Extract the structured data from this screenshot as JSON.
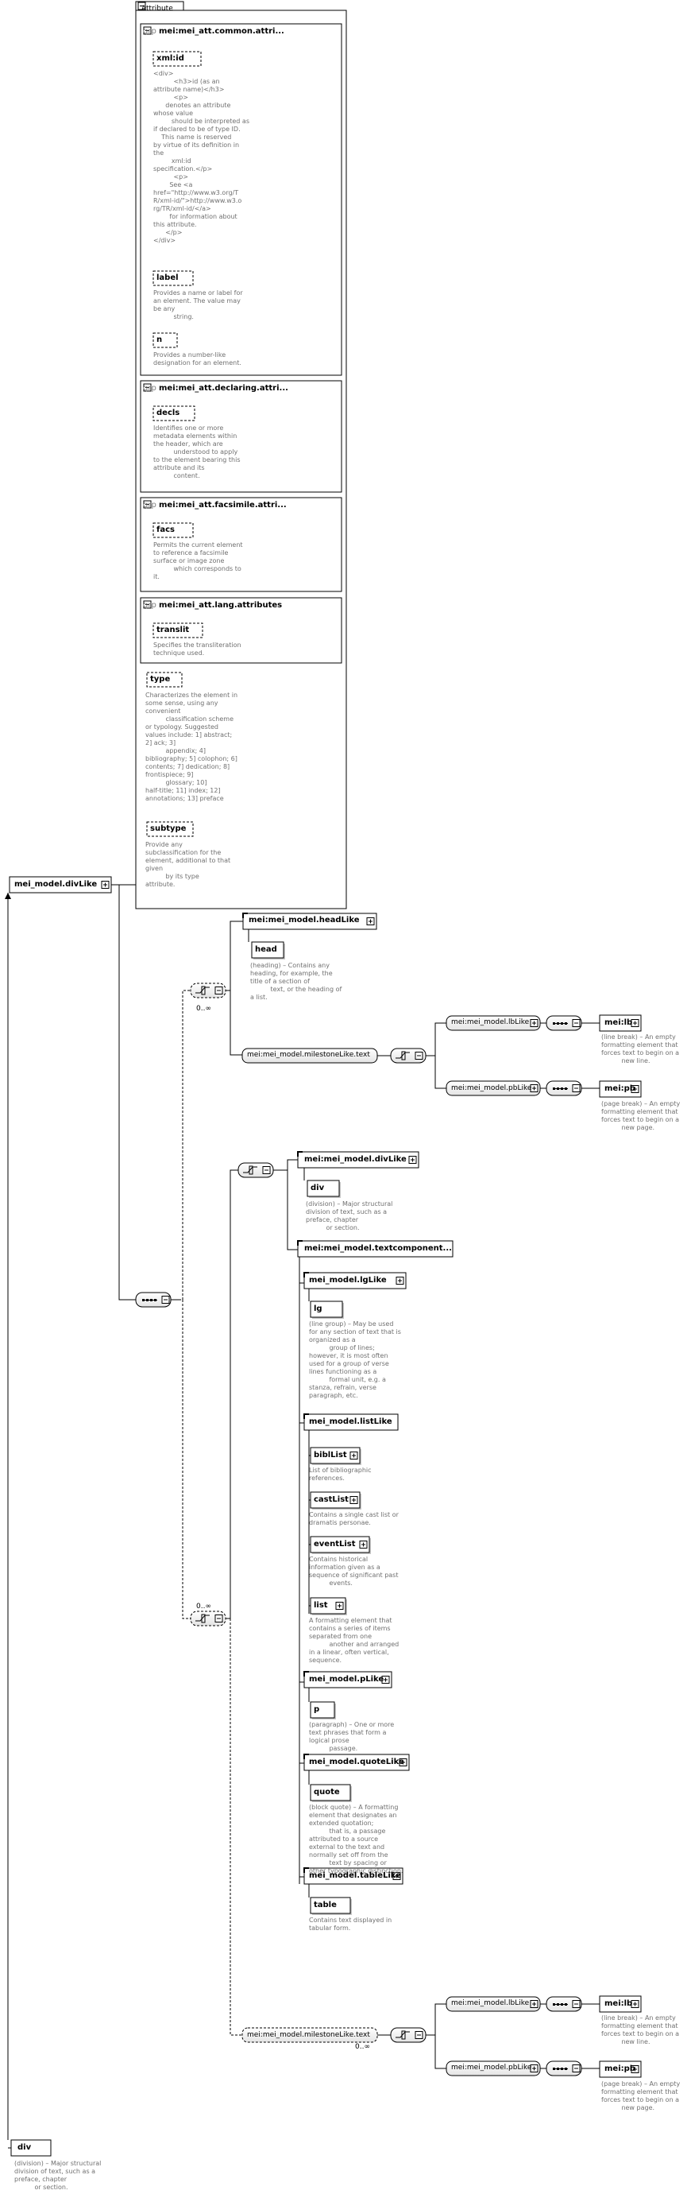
{
  "attribute_panel": {
    "title": "Attribute",
    "groups": [
      {
        "keyword": "grp",
        "name": "mei:mei_att.common.attri...",
        "attributes": [
          {
            "name": "xml:id",
            "doc": "<div>\n          <h3>id (as an\nattribute name)</h3>\n          <p>\n      denotes an attribute\nwhose value\n         should be interpreted as\nif declared to be of type ID.\n    This name is reserved\nby virtue of its definition in\nthe\n         xml:id\nspecification.</p>\n          <p>\n        See <a\nhref=\"http://www.w3.org/T\nR/xml-id/\">http://www.w3.o\nrg/TR/xml-id/</a>\n        for information about\nthis attribute.\n      </p>\n</div>"
          },
          {
            "name": "label",
            "doc": "Provides a name or label for\nan element. The value may\nbe any\n          string."
          },
          {
            "name": "n",
            "doc": "Provides a number-like\ndesignation for an element."
          }
        ]
      },
      {
        "keyword": "grp",
        "name": "mei:mei_att.declaring.attri...",
        "attributes": [
          {
            "name": "decls",
            "doc": "Identifies one or more\nmetadata elements within\nthe header, which are\n          understood to apply\nto the element bearing this\nattribute and its\n          content."
          }
        ]
      },
      {
        "keyword": "grp",
        "name": "mei:mei_att.facsimile.attri...",
        "attributes": [
          {
            "name": "facs",
            "doc": "Permits the current element\nto reference a facsimile\nsurface or image zone\n          which corresponds to\nit."
          }
        ]
      },
      {
        "keyword": "grp",
        "name": "mei:mei_att.lang.attributes",
        "attributes": [
          {
            "name": "translit",
            "doc": "Specifies the transliteration\ntechnique used."
          }
        ]
      }
    ],
    "type": {
      "name": "type",
      "doc": "Characterizes the element in\nsome sense, using any\nconvenient\n          classification scheme\nor typology. Suggested\nvalues include: 1] abstract;\n2] ack; 3]\n          appendix; 4]\nbibliography; 5] colophon; 6]\ncontents; 7] dedication; 8]\nfrontispiece; 9]\n          glossary; 10]\nhalf-title; 11] index; 12]\nannotations; 13] preface"
    },
    "subtype": {
      "name": "subtype",
      "doc": "Provide any\nsubclassification for the\nelement, additional to that\ngiven\n          by its type\nattribute."
    }
  },
  "root": {
    "name": "mei_model.divLike"
  },
  "bottom_element": {
    "name": "div",
    "doc": "(division) – Major structural\ndivision of text, such as a\npreface, chapter\n          or section."
  },
  "upper_choice": {
    "card": "0..∞",
    "headLike": {
      "name": "mei:mei_model.headLike",
      "element": "head",
      "doc": "(heading) – Contains any\nheading, for example, the\ntitle of a section of\n          text, or the heading of\na list."
    },
    "milestone": {
      "name": "mei:mei_model.milestoneLike.text",
      "lbLike": "mei:mei_model.lbLike",
      "lb": "mei:lb",
      "lb_doc": "(line break) – An empty\nformatting element that\nforces text to begin on a\n          new line.",
      "pbLike": "mei:mei_model.pbLike",
      "pb": "mei:pb",
      "pb_doc": "(page break) – An empty\nformatting element that\nforces text to begin on a\n          new page."
    }
  },
  "lower_choice": {
    "card": "0..∞",
    "divLike": {
      "name": "mei:mei_model.divLike",
      "element": "div",
      "doc": "(division) – Major structural\ndivision of text, such as a\npreface, chapter\n          or section."
    },
    "textcomponent": "mei:mei_model.textcomponent...",
    "lgLike": {
      "name": "mei_model.lgLike",
      "element": "lg",
      "doc": "(line group) – May be used\nfor any section of text that is\norganized as a\n          group of lines;\nhowever, it is most often\nused for a group of verse\nlines functioning as a\n          formal unit, e.g. a\nstanza, refrain, verse\nparagraph, etc."
    },
    "listLike": {
      "name": "mei_model.listLike",
      "items": [
        {
          "name": "biblList",
          "doc": "List of bibliographic\nreferences."
        },
        {
          "name": "castList",
          "doc": "Contains a single cast list or\ndramatis personae."
        },
        {
          "name": "eventList",
          "doc": "Contains historical\ninformation given as a\nsequence of significant past\n          events."
        },
        {
          "name": "list",
          "doc": "A formatting element that\ncontains a series of items\nseparated from one\n          another and arranged\nin a linear, often vertical,\nsequence."
        }
      ]
    },
    "pLike": {
      "name": "mei_model.pLike",
      "element": "p",
      "doc": "(paragraph) – One or more\ntext phrases that form a\nlogical prose\n          passage."
    },
    "quoteLike": {
      "name": "mei_model.quoteLike",
      "element": "quote",
      "doc": "(block quote) – A formatting\nelement that designates an\nextended quotation;\n          that is, a passage\nattributed to a source\nexternal to the text and\nnormally set off from the\n          text by spacing or\nother typographic distinction."
    },
    "tableLike": {
      "name": "mei_model.tableLike",
      "element": "table",
      "doc": "Contains text displayed in\ntabular form."
    },
    "milestone": {
      "name": "mei:mei_model.milestoneLike.text",
      "card": "0..∞",
      "lbLike": "mei:mei_model.lbLike",
      "lb": "mei:lb",
      "lb_doc": "(line break) – An empty\nformatting element that\nforces text to begin on a\n          new line.",
      "pbLike": "mei:mei_model.pbLike",
      "pb": "mei:pb",
      "pb_doc": "(page break) – An empty\nformatting element that\nforces text to begin on a\n          new page."
    }
  }
}
